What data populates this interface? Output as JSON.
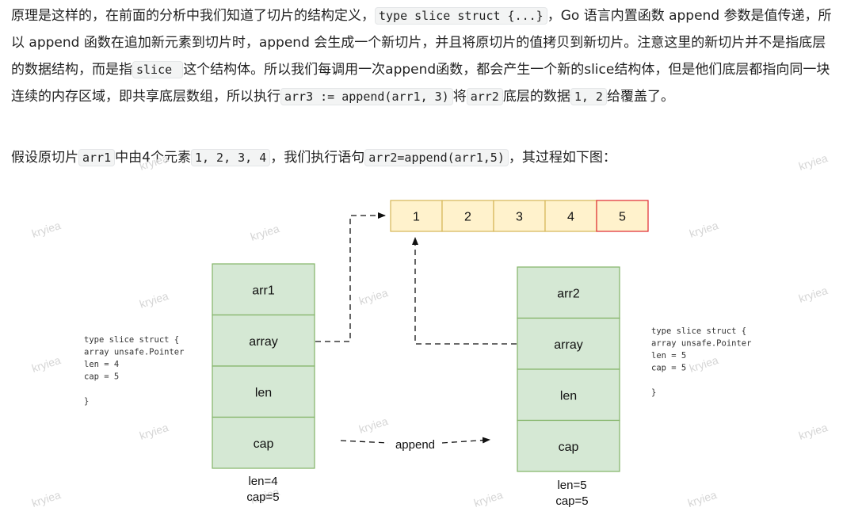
{
  "paragraph1": {
    "t1": "原理是这样的，在前面的分析中我们知道了切片的结构定义，",
    "c1": "type slice struct {...}",
    "t2": "，Go 语言内置函数 append 参数是值传递，所以 append 函数在追加新元素到切片时，append 会生成一个新切片，并且将原切片的值拷贝到新切片。注意这里的新切片并不是指底层的数据结构，而是指",
    "c2": "slice ",
    "t3": "这个结构体。所以我们每调用一次append函数，都会产生一个新的slice结构体，但是他们底层都指向同一块连续的内存区域，即共享底层数组，所以执行",
    "c3": "arr3 := append(arr1, 3)",
    "t4": "将",
    "c4": "arr2",
    "t5": "底层的数据",
    "c5": "1, 2",
    "t6": "给覆盖了。"
  },
  "paragraph2": {
    "t1": "假设原切片",
    "c1": "arr1",
    "t2": "中由4个元素",
    "c2": "1, 2, 3, 4",
    "t3": "，我们执行语句",
    "c3": "arr2=append(arr1,5)",
    "t4": "，其过程如下图："
  },
  "diagram": {
    "array_cells": [
      "1",
      "2",
      "3",
      "4",
      "5"
    ],
    "left_struct": {
      "fields": [
        "arr1",
        "array",
        "len",
        "cap"
      ],
      "footer": [
        "len=4",
        "cap=5"
      ],
      "code": [
        "type slice struct {",
        " array unsafe.Pointer",
        "      len = 4",
        "      cap = 5",
        "",
        "      }"
      ]
    },
    "right_struct": {
      "fields": [
        "arr2",
        "array",
        "len",
        "cap"
      ],
      "footer": [
        "len=5",
        "cap=5"
      ],
      "code": [
        "type slice struct {",
        " array unsafe.Pointer",
        "      len = 5",
        "      cap = 5",
        "",
        "      }"
      ]
    },
    "append_label": "append",
    "watermark": "kryiea",
    "colors": {
      "cell_fill": "#fff2cc",
      "cell_stroke": "#d6b656",
      "new_cell_stroke": "#e0282e",
      "struct_fill": "#d5e8d4",
      "struct_stroke": "#82b366"
    }
  }
}
